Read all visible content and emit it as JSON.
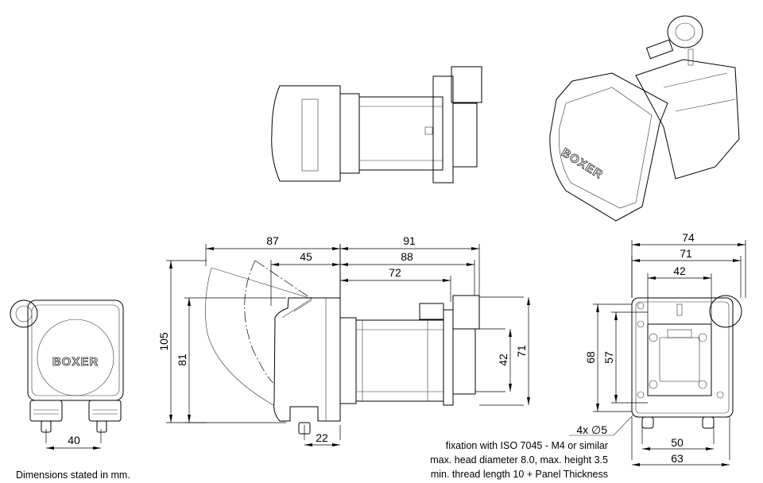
{
  "drawing": {
    "brand_logo": "BOXER",
    "units_note": "Dimensions stated in mm.",
    "front_view": {
      "dims": {
        "width_connectors": "40"
      }
    },
    "side_view": {
      "dims": {
        "head_open": "87",
        "head_depth": "45",
        "motor_total": "91",
        "motor_body": "88",
        "motor_short": "72",
        "height_open": "105",
        "height": "81",
        "flange_inner": "42",
        "flange_outer": "71",
        "connector_offset": "22"
      }
    },
    "rear_view": {
      "dims": {
        "width_total": "74",
        "width_body": "71",
        "hole_spacing_top": "42",
        "height_outer": "68",
        "height_inner": "57",
        "hole_spacing_bottom": "50",
        "width_base": "63"
      },
      "hole_callout": "4x ∅5",
      "fixation_notes": [
        "fixation with ISO 7045 - M4 or similar",
        "max. head diameter 8.0, max. height  3.5",
        "min. thread length 10 + Panel Thickness"
      ]
    }
  }
}
